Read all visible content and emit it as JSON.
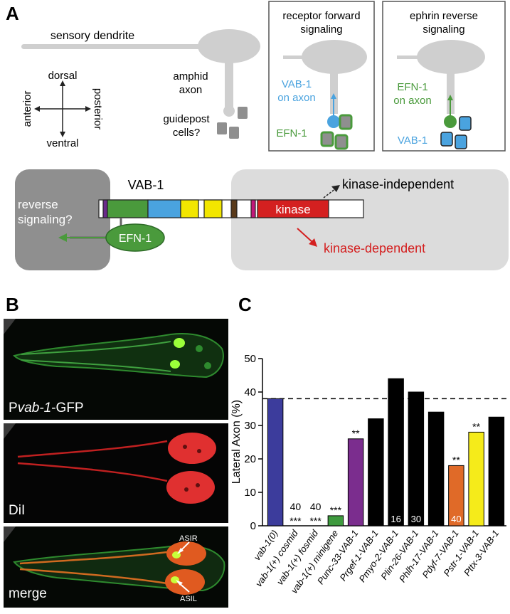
{
  "panel_a": {
    "letter": "A",
    "sensory_dendrite": "sensory dendrite",
    "amphid_1": "amphid",
    "amphid_2": "axon",
    "guidepost_1": "guidepost",
    "guidepost_2": "cells?",
    "compass": {
      "dorsal": "dorsal",
      "ventral": "ventral",
      "anterior": "anterior",
      "posterior": "posterior"
    },
    "forward_box": {
      "title_1": "receptor forward",
      "title_2": "signaling",
      "axon_1": "VAB-1",
      "axon_2": "on axon",
      "partner": "EFN-1"
    },
    "reverse_box": {
      "title_1": "ephrin reverse",
      "title_2": "signaling",
      "axon_1": "EFN-1",
      "axon_2": "on axon",
      "partner": "VAB-1"
    },
    "domain": {
      "protein": "VAB-1",
      "kinase": "kinase",
      "kinase_independent": "kinase-independent",
      "kinase_dependent": "kinase-dependent",
      "reverse_1": "reverse",
      "reverse_2": "signaling?",
      "ligand": "EFN-1"
    },
    "colors": {
      "ligand_green": "#4a9a3c",
      "receptor_blue": "#4aa3df",
      "kinase_red": "#d42020",
      "domain_yellow": "#f2e600",
      "domain_purple": "#6a2a8a",
      "domain_brown": "#5a3a1a",
      "box_gray": "#d9d9d9",
      "dark_gray": "#888888"
    }
  },
  "panel_b": {
    "letter": "B",
    "images": [
      {
        "label_prefix": "P",
        "label_italic": "vab-1",
        "label_suffix": "-GFP"
      },
      {
        "label": "DiI"
      },
      {
        "label": "merge",
        "arrow_top": "ASIR",
        "arrow_bottom": "ASIL"
      }
    ]
  },
  "panel_c": {
    "letter": "C"
  },
  "chart_data": {
    "type": "bar",
    "ylabel": "Lateral Axon (%)",
    "ylim": [
      0,
      50
    ],
    "yticks": [
      0,
      10,
      20,
      30,
      40,
      50
    ],
    "reference_line": 38,
    "categories": [
      "vab-1(0)",
      "vab-1(+) cosmid",
      "vab-1(+) fosmid",
      "vab-1(+) minigene",
      "Punc-33-VAB-1",
      "Prgef-1-VAB-1",
      "Pmyo-2-VAB-1",
      "Plin-26-VAB-1",
      "Phlh-17-VAB-1",
      "Pdyf-7-VAB-1",
      "Pstr-1-VAB-1",
      "Pttx-3-VAB-1"
    ],
    "values": [
      38,
      0,
      0,
      3,
      26,
      32,
      44,
      40,
      34,
      18,
      28,
      32.5
    ],
    "colors": [
      "#3c3c9c",
      "#000000",
      "#000000",
      "#3e9a3e",
      "#7b2d8e",
      "#000000",
      "#000000",
      "#000000",
      "#000000",
      "#e06a28",
      "#f5eb1a",
      "#000000"
    ],
    "significance": [
      "",
      "***",
      "***",
      "***",
      "**",
      "",
      "",
      "",
      "",
      "**",
      "**",
      ""
    ],
    "counts_above": [
      "",
      "40",
      "40",
      "",
      "",
      "",
      "",
      "",
      "",
      "",
      "",
      ""
    ],
    "counts_inside": [
      "",
      "",
      "",
      "",
      "",
      "",
      "16",
      "30",
      "",
      "40",
      "",
      ""
    ]
  }
}
